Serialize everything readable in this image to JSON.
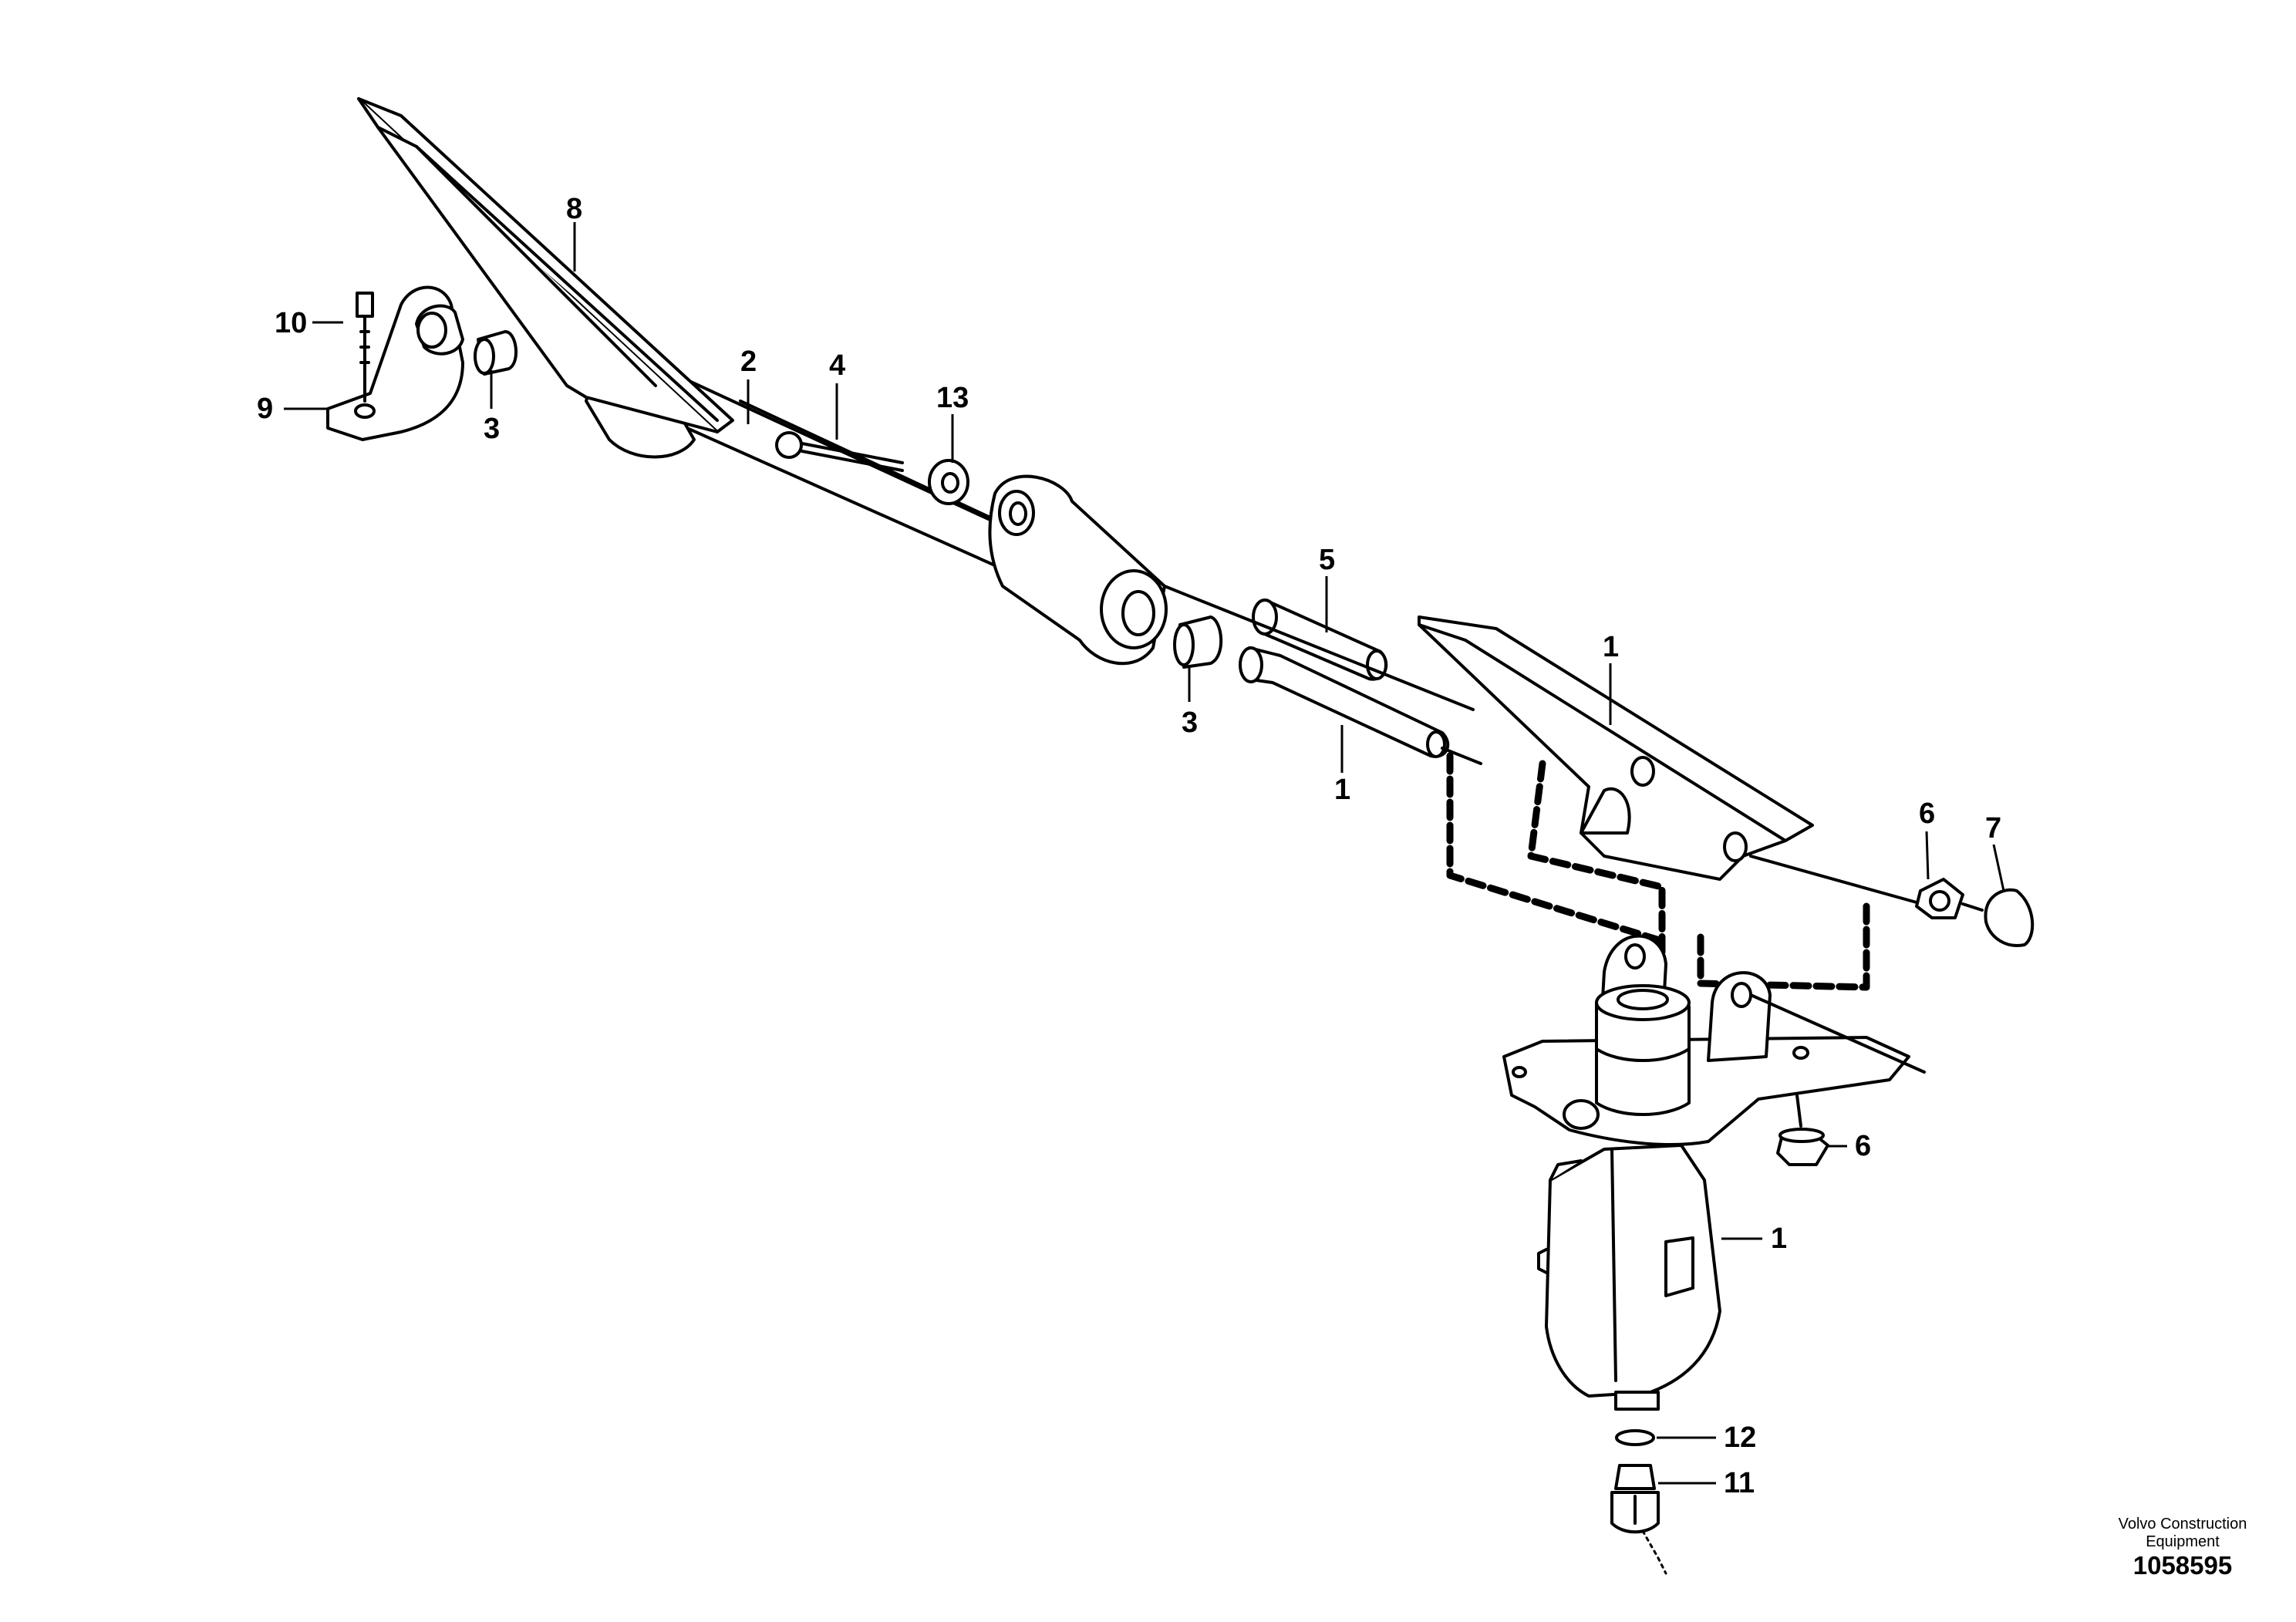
{
  "callouts": {
    "c1_upper": "1",
    "c1_pedal": "1",
    "c1_valve": "1",
    "c2": "2",
    "c3_left": "3",
    "c3_mid": "3",
    "c4": "4",
    "c5": "5",
    "c6_upper": "6",
    "c6_lower": "6",
    "c7": "7",
    "c8": "8",
    "c9": "9",
    "c10": "10",
    "c11": "11",
    "c12": "12",
    "c13": "13"
  },
  "credit": {
    "line1": "Volvo Construction",
    "line2": "Equipment",
    "number": "1058595"
  }
}
